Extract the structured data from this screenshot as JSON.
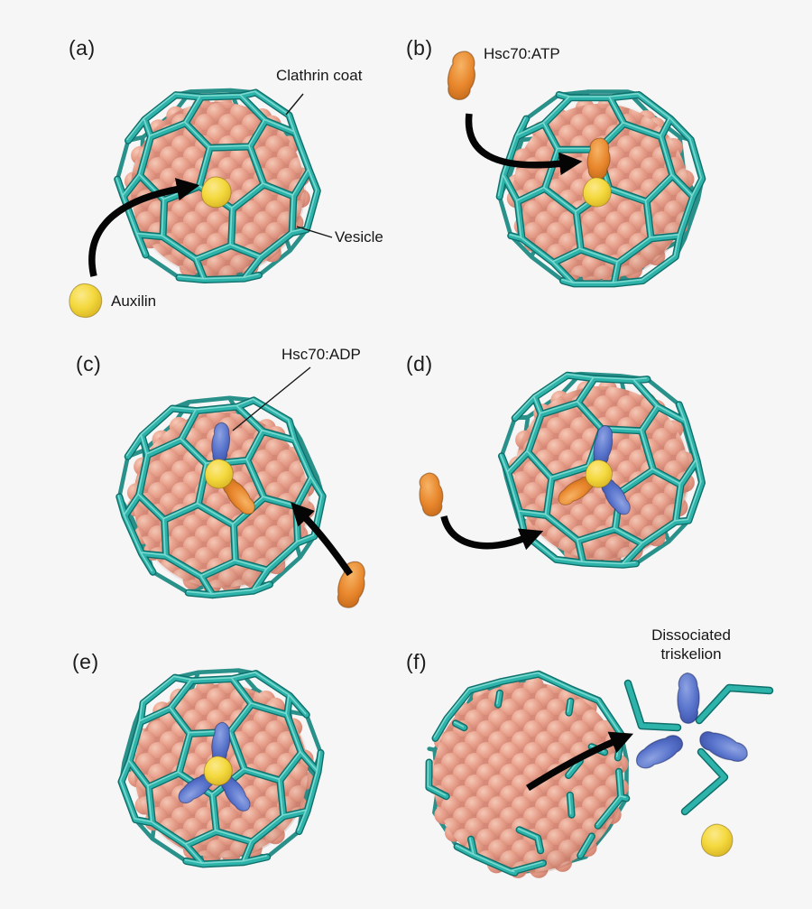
{
  "figure": {
    "background": "#f6f6f6",
    "colors": {
      "clathrin_coat": "#2db3aa",
      "clathrin_dark": "#0f6f6b",
      "clathrin_back": "#1d8a84",
      "clathrin_light": "#8adfd6",
      "vesicle": "#e9a18c",
      "vesicle_deep": "#c87f6f",
      "auxilin": "#f4d93e",
      "hsc70_atp": "#e8862c",
      "hsc70_adp": "#5873cb",
      "arrow": "#050505",
      "text": "#161616"
    },
    "panels": {
      "a": {
        "letter": "(a)",
        "labels": {
          "clathrin_coat": "Clathrin coat",
          "vesicle": "Vesicle",
          "auxilin": "Auxilin"
        }
      },
      "b": {
        "letter": "(b)",
        "labels": {
          "hsc70_atp": "Hsc70:ATP"
        }
      },
      "c": {
        "letter": "(c)",
        "labels": {
          "hsc70_adp": "Hsc70:ADP"
        }
      },
      "d": {
        "letter": "(d)",
        "labels": {}
      },
      "e": {
        "letter": "(e)",
        "labels": {}
      },
      "f": {
        "letter": "(f)",
        "labels": {
          "dissociated_triskelion": "Dissociated\ntriskelion"
        }
      }
    }
  }
}
